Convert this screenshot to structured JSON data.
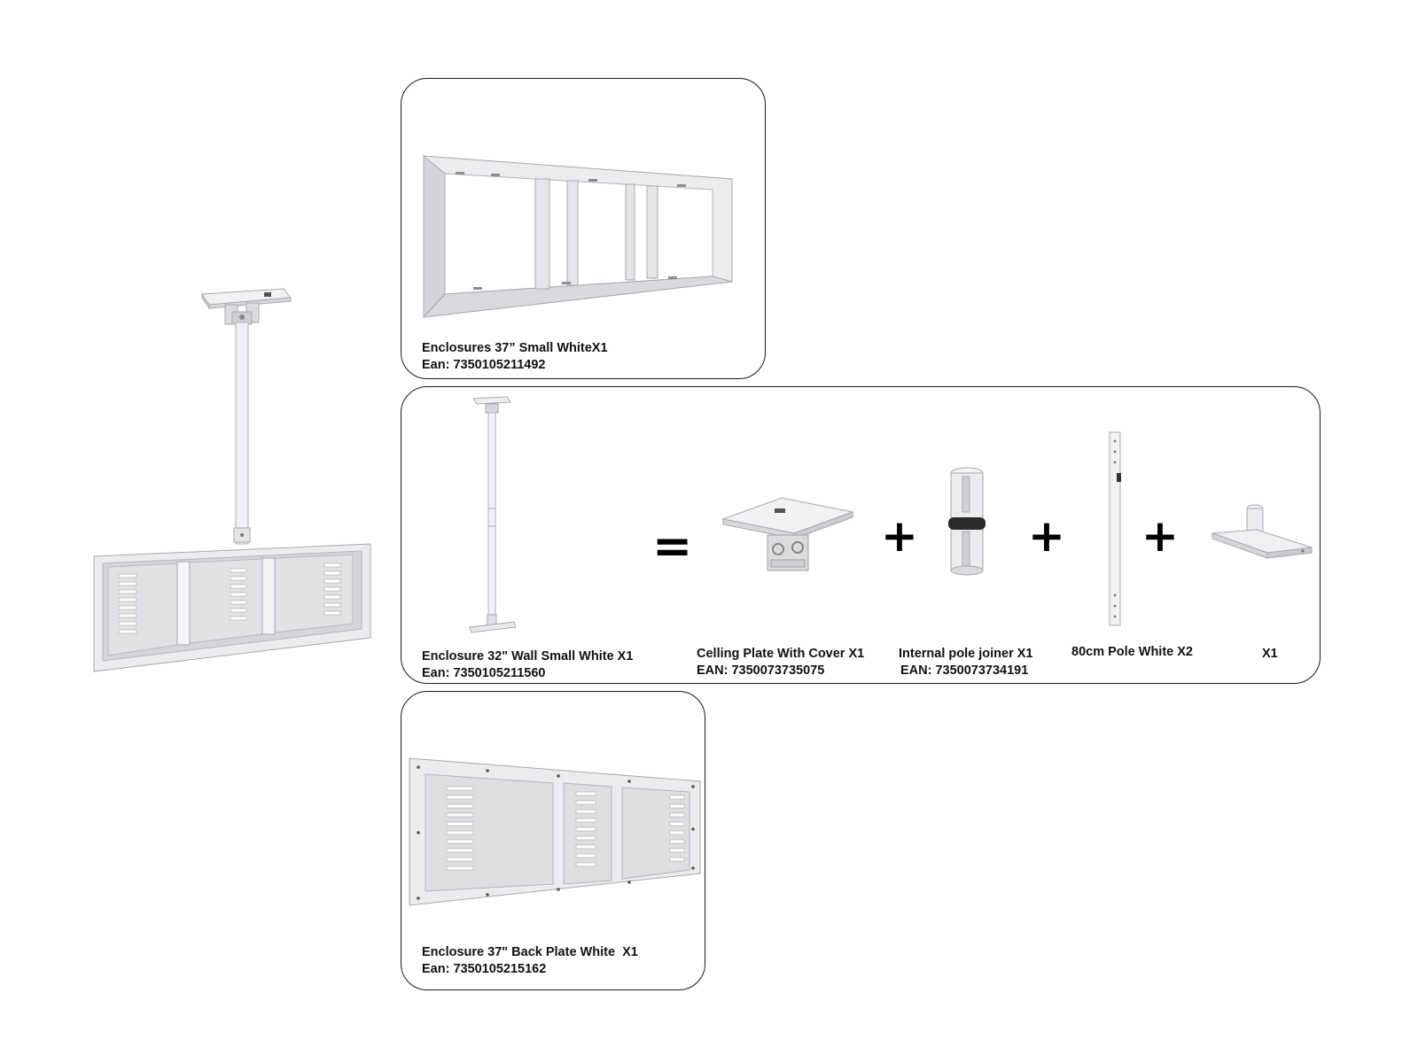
{
  "colors": {
    "frame": "#e8e8ea",
    "frame_shade": "#c9c9cd",
    "panel": "#dcdcdf",
    "edge": "#a8a8ae",
    "border": "#1a1a1a"
  },
  "assembled_unit": {
    "icon": "ceiling-mounted-enclosure-image"
  },
  "box_top": {
    "icon": "enclosure-frame-image",
    "title": "Enclosures 37” Small WhiteX1",
    "ean": "Ean: 7350105211492"
  },
  "box_middle": {
    "pole_icon": "ceiling-pole-image",
    "title": "Enclosure 32\" Wall Small White X1",
    "ean": "Ean: 7350105211560",
    "equals_sign": "=",
    "plus_sign": "+",
    "parts": [
      {
        "icon": "ceiling-plate-image",
        "title": "Celling Plate With Cover X1",
        "ean": "EAN: 7350073735075"
      },
      {
        "icon": "pole-joiner-image",
        "title": "Internal pole joiner X1",
        "ean": "EAN: 7350073734191"
      },
      {
        "icon": "pole-image",
        "title": "80cm Pole White X2",
        "ean": ""
      },
      {
        "icon": "bracket-image",
        "title": "X1",
        "ean": ""
      }
    ]
  },
  "box_bottom": {
    "icon": "back-plate-image",
    "title": "Enclosure 37\" Back Plate White  X1",
    "ean": "Ean: 7350105215162"
  }
}
